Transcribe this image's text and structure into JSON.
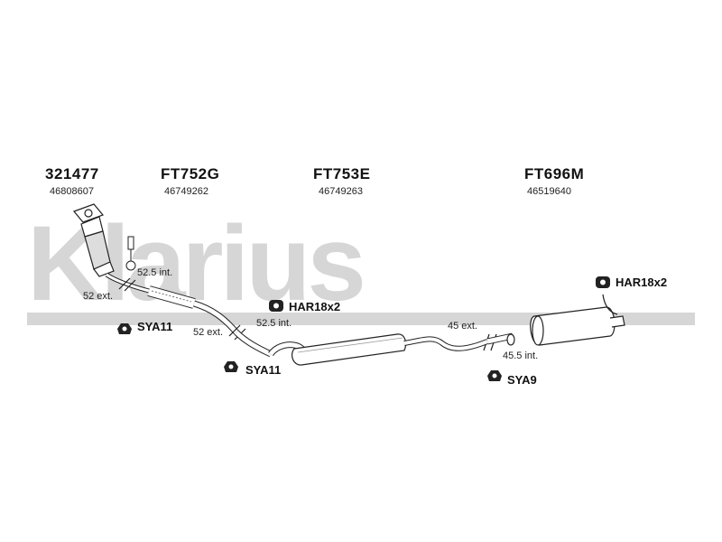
{
  "brand": {
    "watermark": "Klarius",
    "color": "#d6d6d6"
  },
  "parts": [
    {
      "code": "321477",
      "oem": "46808607"
    },
    {
      "code": "FT752G",
      "oem": "46749262"
    },
    {
      "code": "FT753E",
      "oem": "46749263"
    },
    {
      "code": "FT696M",
      "oem": "46519640"
    }
  ],
  "dimensions": {
    "d1": "52.5 int.",
    "d2": "52 ext.",
    "d3": "52.5 int.",
    "d4": "52 ext.",
    "d5": "45 ext.",
    "d6": "45.5 int."
  },
  "fittings": {
    "f1": "SYA11",
    "f2": "HAR18x2",
    "f3": "SYA11",
    "f4": "HAR18x2",
    "f5": "SYA9"
  },
  "colors": {
    "line": "#222222",
    "fill": "#ffffff",
    "shade": "#bbbbbb"
  }
}
